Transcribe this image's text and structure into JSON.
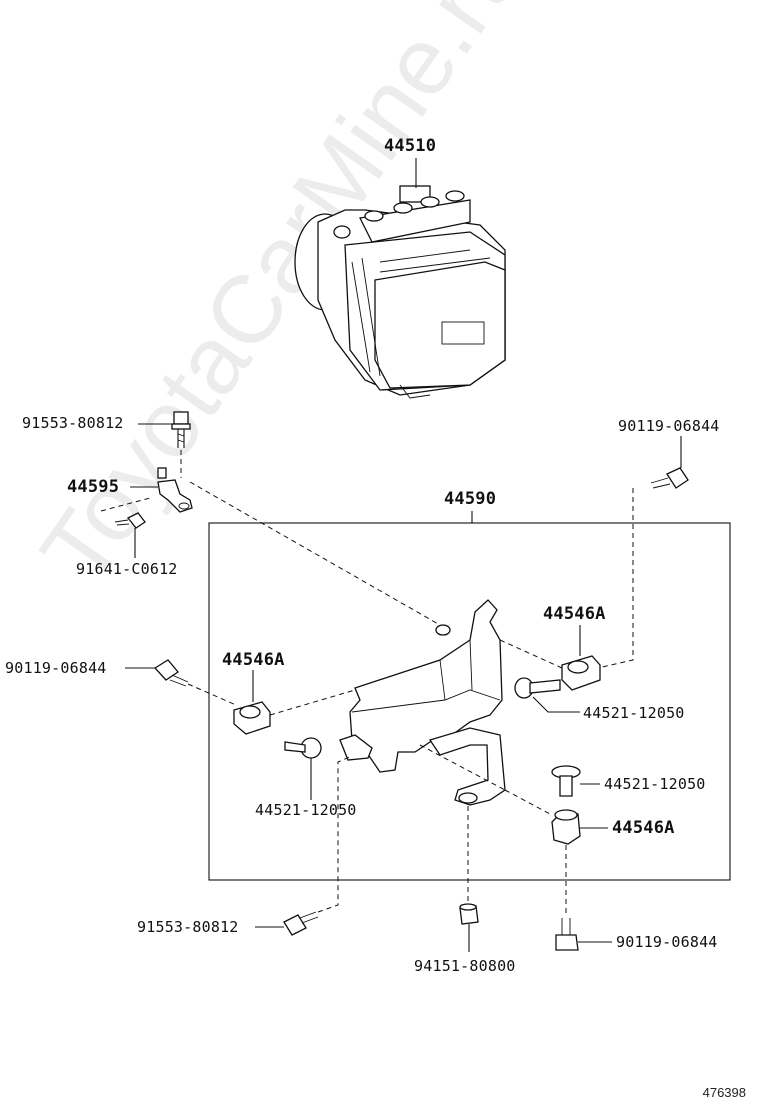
{
  "watermark": "ToyotaCarMine.ru",
  "figure_number": "476398",
  "labels": {
    "l44510": "44510",
    "l91553_top": "91553-80812",
    "l90119_tr": "90119-06844",
    "l44595": "44595",
    "l44590": "44590",
    "l91641": "91641-C0612",
    "l44546A_r": "44546A",
    "l90119_l": "90119-06844",
    "l44546A_l": "44546A",
    "l44521_r": "44521-12050",
    "l44521_l": "44521-12050",
    "l44521_mr": "44521-12050",
    "l44546A_b": "44546A",
    "l91553_bot": "91553-80812",
    "l90119_b": "90119-06844",
    "l94151": "94151-80800"
  }
}
